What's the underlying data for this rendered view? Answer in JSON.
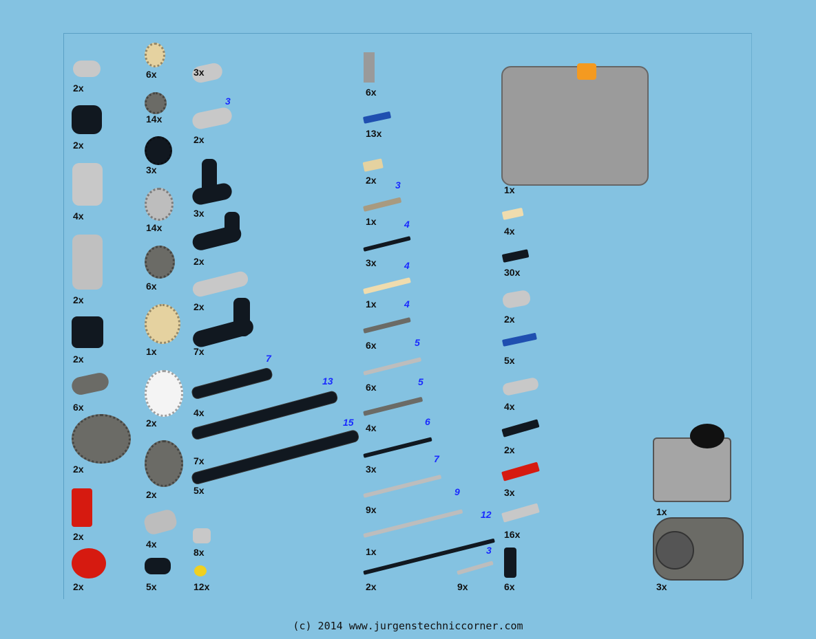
{
  "columns": [
    {
      "parts": [
        {
          "qty": "2x"
        },
        {
          "qty": "2x"
        },
        {
          "qty": "4x"
        },
        {
          "qty": "2x"
        },
        {
          "qty": "2x"
        },
        {
          "qty": "6x"
        },
        {
          "qty": "2x"
        },
        {
          "qty": "2x"
        },
        {
          "qty": "2x"
        }
      ]
    },
    {
      "parts": [
        {
          "qty": "6x"
        },
        {
          "qty": "14x"
        },
        {
          "qty": "3x"
        },
        {
          "qty": "14x"
        },
        {
          "qty": "6x"
        },
        {
          "qty": "1x"
        },
        {
          "qty": "2x"
        },
        {
          "qty": "2x"
        },
        {
          "qty": "4x"
        },
        {
          "qty": "5x"
        }
      ]
    },
    {
      "parts": [
        {
          "qty": "3x"
        },
        {
          "qty": "2x",
          "length": "3"
        },
        {
          "qty": "3x"
        },
        {
          "qty": "2x"
        },
        {
          "qty": "2x"
        },
        {
          "qty": "7x"
        },
        {
          "qty": "4x",
          "length": "7"
        },
        {
          "qty": "7x",
          "length": "13"
        },
        {
          "qty": "5x",
          "length": "15"
        },
        {
          "qty": "8x"
        },
        {
          "qty": "12x"
        }
      ]
    },
    {
      "parts": [
        {
          "qty": "6x"
        },
        {
          "qty": "13x"
        },
        {
          "qty": "2x"
        },
        {
          "qty": "1x",
          "length": "3"
        },
        {
          "qty": "3x",
          "length": "4"
        },
        {
          "qty": "1x",
          "length": "4"
        },
        {
          "qty": "6x",
          "length": "4"
        },
        {
          "qty": "6x",
          "length": "5"
        },
        {
          "qty": "4x",
          "length": "5"
        },
        {
          "qty": "3x",
          "length": "6"
        },
        {
          "qty": "9x",
          "length": "7"
        },
        {
          "qty": "1x",
          "length": "9"
        },
        {
          "qty": "2x",
          "length": "12"
        },
        {
          "qty": "9x",
          "length": "3"
        }
      ]
    },
    {
      "parts": [
        {
          "qty": "1x"
        },
        {
          "qty": "4x"
        },
        {
          "qty": "30x"
        },
        {
          "qty": "2x"
        },
        {
          "qty": "5x"
        },
        {
          "qty": "4x"
        },
        {
          "qty": "2x"
        },
        {
          "qty": "3x"
        },
        {
          "qty": "16x"
        },
        {
          "qty": "6x"
        }
      ]
    },
    {
      "parts": [
        {
          "qty": "1x"
        },
        {
          "qty": "3x"
        }
      ]
    }
  ],
  "footer": "(c) 2014 www.jurgenstechniccorner.com",
  "colors": {
    "background": "#84c2e1",
    "length_label": "#1a2bff",
    "black": "#111820",
    "light_gray": "#b9b9b9",
    "dark_gray": "#6b6b66"
  }
}
